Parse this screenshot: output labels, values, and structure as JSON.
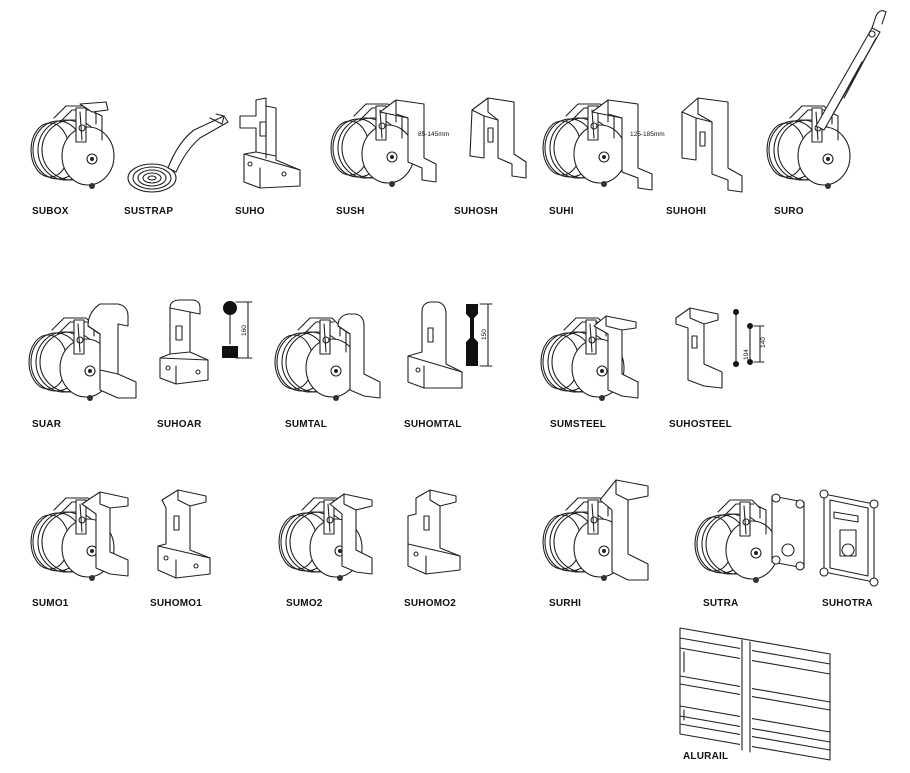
{
  "labels": {
    "subox": "SUBOX",
    "sustrap": "SUSTRAP",
    "suho": "SUHO",
    "sush": "SUSH",
    "suhosh": "SUHOSH",
    "suhi": "SUHI",
    "suhohi": "SUHOHI",
    "suro": "SURO",
    "suar": "SUAR",
    "suhoar": "SUHOAR",
    "sumtal": "SUMTAL",
    "suhomtal": "SUHOMTAL",
    "sumsteel": "SUMSTEEL",
    "suhosteel": "SUHOSTEEL",
    "sumo1": "SUMO1",
    "suhomo1": "SUHOMO1",
    "sumo2": "SUMO2",
    "suhomo2": "SUHOMO2",
    "surhi": "SURHI",
    "sutra": "SUTRA",
    "suhotra": "SUHOTRA",
    "alurail": "ALURAIL"
  },
  "dimensions": {
    "sush_range": "85-145mm",
    "suhi_range": "125-185mm",
    "suhoar_height": "160",
    "suhomtal_height": "150",
    "suhosteel_inner": "104",
    "suhosteel_outer": "140"
  }
}
